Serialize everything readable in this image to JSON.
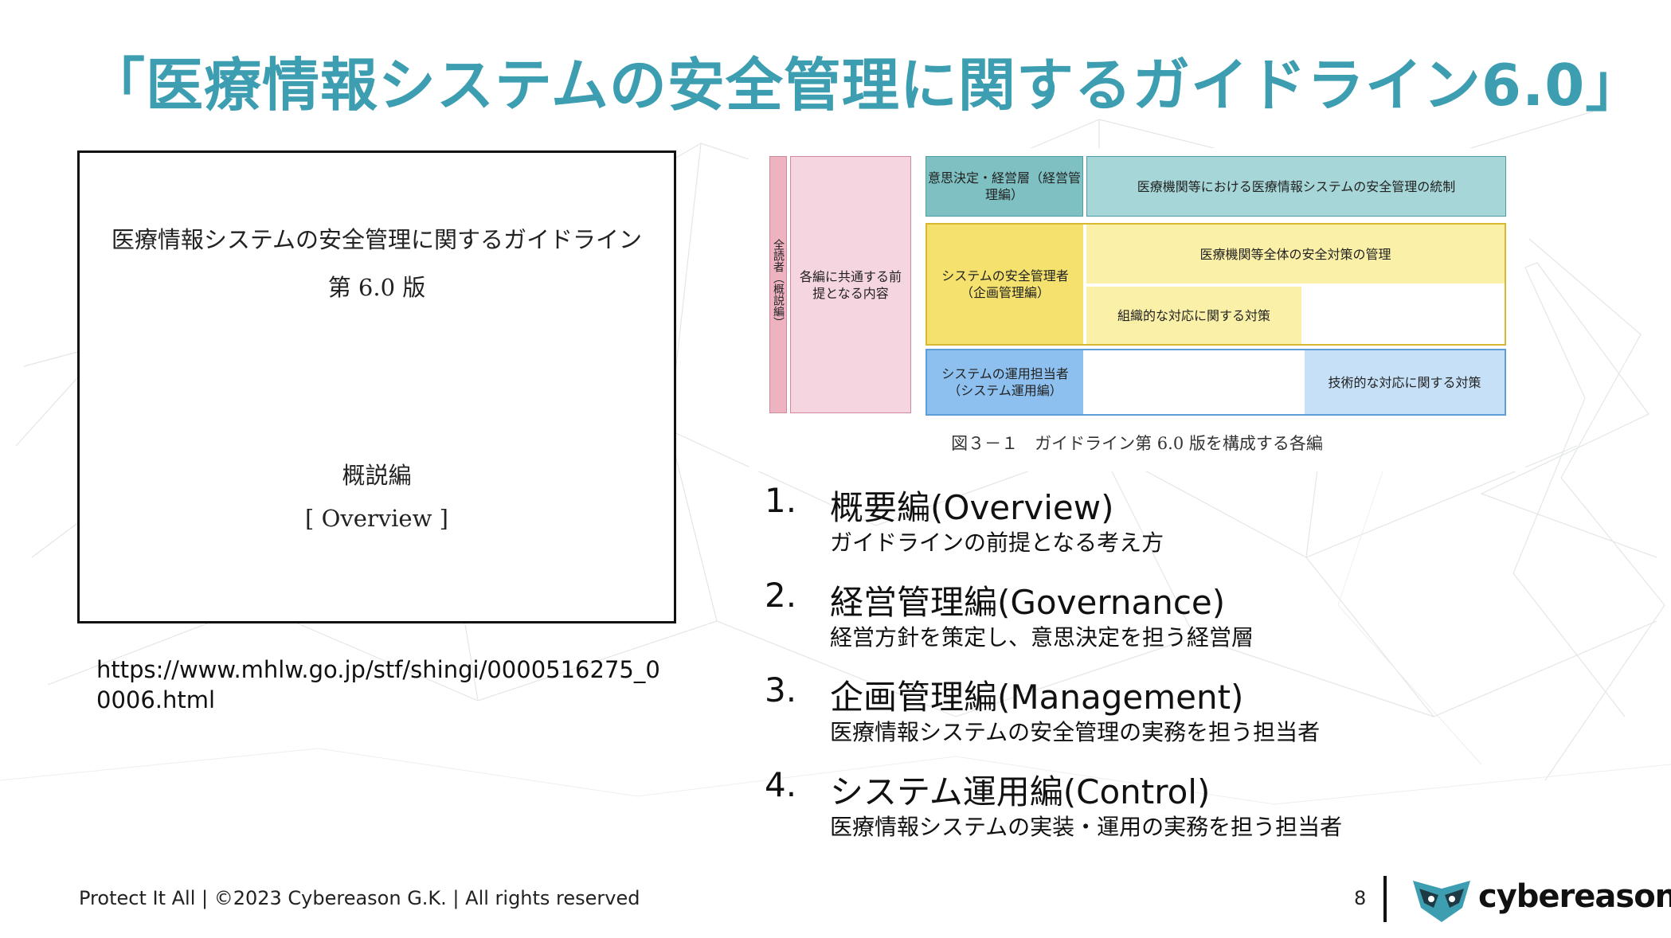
{
  "slide": {
    "title": "「医療情報システムの安全管理に関するガイドライン6.0」",
    "accent_color": "#3c9eb0"
  },
  "cover": {
    "line1": "医療情報システムの安全管理に関するガイドライン",
    "line2": "第 6.0 版",
    "line3": "概説編",
    "line4": "[ Overview ]"
  },
  "url": "https://www.mhlw.go.jp/stf/shingi/0000516275_00006.html",
  "figure": {
    "all_readers": "全読者（概説編）",
    "common": "各編に共通する前提となる内容",
    "exec_role": "意思決定・経営層（経営管理編）",
    "exec_desc": "医療機関等における医療情報システムの安全管理の統制",
    "sysadmin_role": "システムの安全管理者（企画管理編）",
    "overall_mgmt": "医療機関等全体の安全対策の管理",
    "org_measures": "組織的な対応に関する対策",
    "ops_role": "システムの運用担当者（システム運用編）",
    "tech_measures": "技術的な対応に関する対策",
    "caption": "図３－１　ガイドライン第 6.0 版を構成する各編",
    "colors": {
      "pink": "#f5d5df",
      "pink_dark": "#eeb3c1",
      "teal": "#7fc0c3",
      "teal_light": "#a6d6d7",
      "yellow": "#f5e26e",
      "yellow_light": "#fbf0a8",
      "blue": "#8dc0ef",
      "blue_light": "#c6e0f8"
    }
  },
  "list": [
    {
      "num": "1.",
      "head": "概要編(Overview)",
      "sub": "ガイドラインの前提となる考え方"
    },
    {
      "num": "2.",
      "head": "経営管理編(Governance)",
      "sub": "経営方針を策定し、意思決定を担う経営層"
    },
    {
      "num": "3.",
      "head": "企画管理編(Management)",
      "sub": "医療情報システムの安全管理の実務を担う担当者"
    },
    {
      "num": "4.",
      "head": "システム運用編(Control)",
      "sub": "医療情報システムの実装・運用の実務を担う担当者"
    }
  ],
  "footer": {
    "copyright": "Protect It All | ©2023 Cybereason G.K. | All rights reserved",
    "page": "8",
    "brand": "cybereason",
    "brand_icon": "owl-logo-icon",
    "brand_color": "#3c9eb0"
  }
}
